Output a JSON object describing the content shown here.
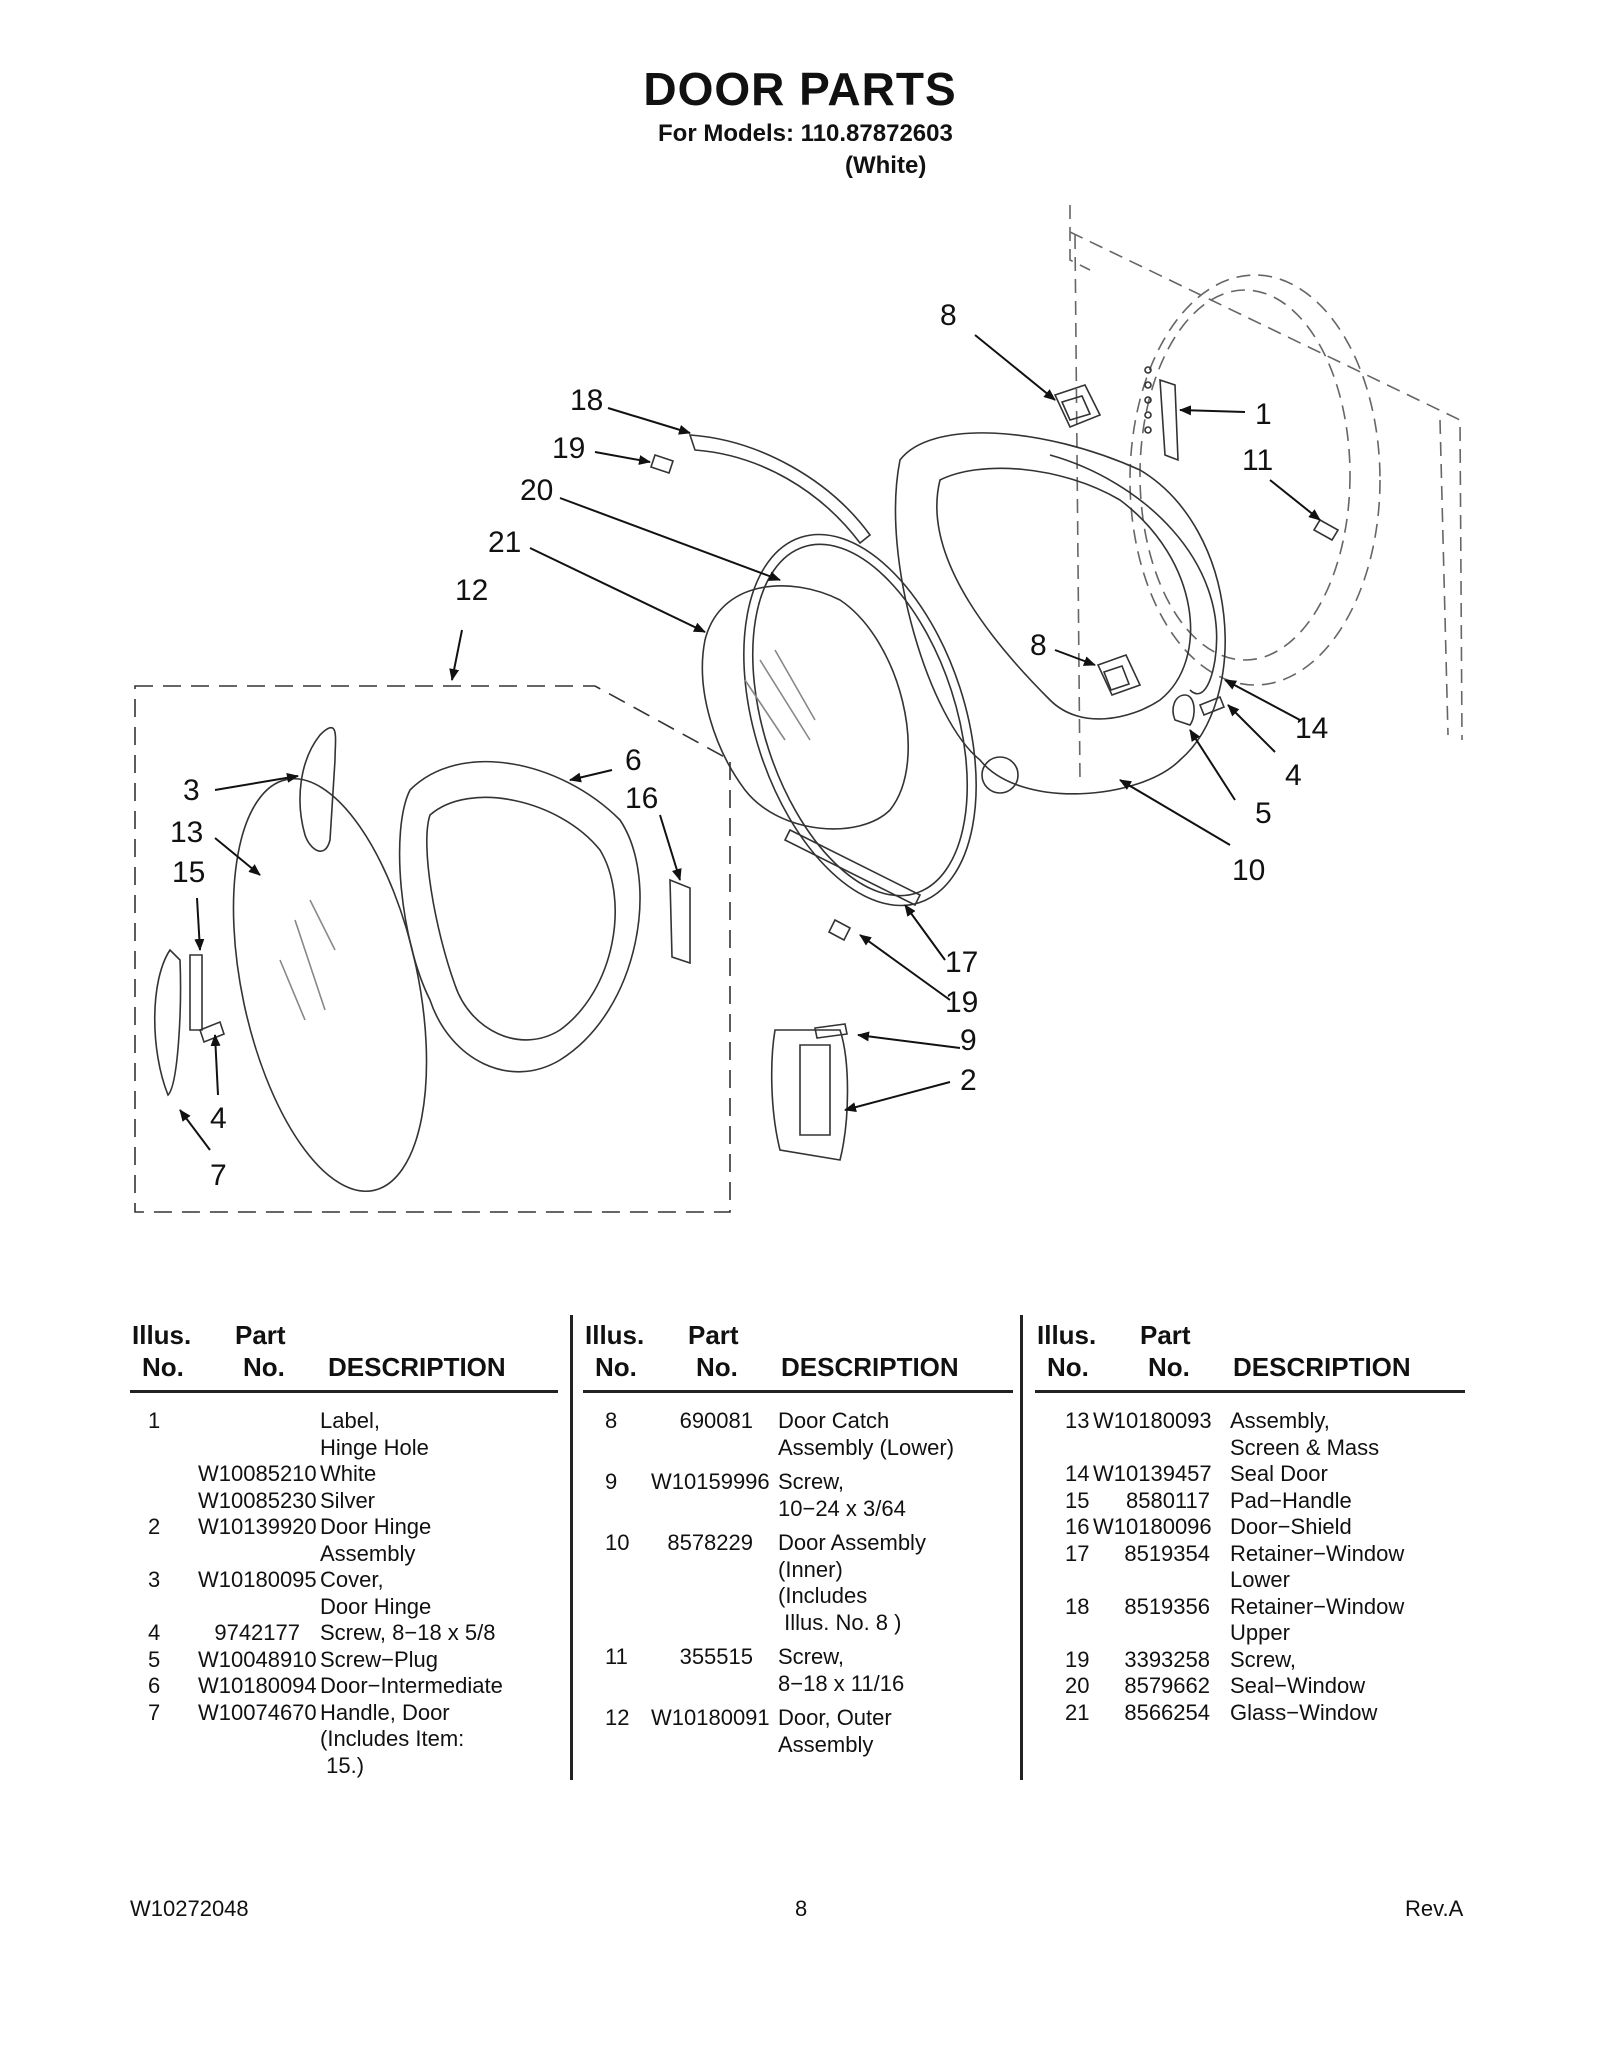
{
  "header": {
    "title": "DOOR PARTS",
    "models_line": "For Models: 110.87872603",
    "color_line": "(White)"
  },
  "diagram": {
    "callouts": [
      "8",
      "18",
      "19",
      "20",
      "21",
      "12",
      "1",
      "11",
      "8",
      "14",
      "4",
      "5",
      "10",
      "3",
      "13",
      "15",
      "6",
      "16",
      "4",
      "7",
      "17",
      "19",
      "9",
      "2"
    ]
  },
  "table_headers": {
    "illus_line1": "Illus.",
    "illus_line2": "No.",
    "part_line1": "Part",
    "part_line2": "No.",
    "description": "DESCRIPTION"
  },
  "parts_columns": [
    [
      {
        "illus": "1",
        "part": "",
        "desc": "Label,\nHinge Hole"
      },
      {
        "illus": "",
        "part": "W10085210",
        "desc": "White"
      },
      {
        "illus": "",
        "part": "W10085230",
        "desc": "Silver"
      },
      {
        "illus": "2",
        "part": "W10139920",
        "desc": "Door Hinge\nAssembly"
      },
      {
        "illus": "3",
        "part": "W10180095",
        "desc": "Cover,\nDoor Hinge"
      },
      {
        "illus": "4",
        "part": "9742177",
        "desc": "Screw, 8−18 x 5/8"
      },
      {
        "illus": "5",
        "part": "W10048910",
        "desc": "Screw−Plug"
      },
      {
        "illus": "6",
        "part": "W10180094",
        "desc": "Door−Intermediate"
      },
      {
        "illus": "7",
        "part": "W10074670",
        "desc": "Handle, Door\n(Includes Item:\n 15.)"
      }
    ],
    [
      {
        "illus": "8",
        "part": "690081",
        "desc": "Door Catch\nAssembly (Lower)"
      },
      {
        "illus": "9",
        "part": "W10159996",
        "desc": "Screw,\n10−24 x 3/64"
      },
      {
        "illus": "10",
        "part": "8578229",
        "desc": "Door Assembly\n(Inner)\n(Includes\n Illus. No. 8 )"
      },
      {
        "illus": "11",
        "part": "355515",
        "desc": "Screw,\n8−18 x 11/16"
      },
      {
        "illus": "12",
        "part": "W10180091",
        "desc": "Door, Outer\nAssembly"
      }
    ],
    [
      {
        "illus": "13",
        "part": "W10180093",
        "desc": "Assembly,\nScreen & Mass"
      },
      {
        "illus": "14",
        "part": "W10139457",
        "desc": "Seal Door"
      },
      {
        "illus": "15",
        "part": "8580117",
        "desc": "Pad−Handle"
      },
      {
        "illus": "16",
        "part": "W10180096",
        "desc": "Door−Shield"
      },
      {
        "illus": "17",
        "part": "8519354",
        "desc": "Retainer−Window\nLower"
      },
      {
        "illus": "18",
        "part": "8519356",
        "desc": "Retainer−Window\nUpper"
      },
      {
        "illus": "19",
        "part": "3393258",
        "desc": "Screw,"
      },
      {
        "illus": "20",
        "part": "8579662",
        "desc": "Seal−Window"
      },
      {
        "illus": "21",
        "part": "8566254",
        "desc": "Glass−Window"
      }
    ]
  ],
  "footer": {
    "doc_number": "W10272048",
    "page_number": "8",
    "revision": "Rev.A"
  }
}
